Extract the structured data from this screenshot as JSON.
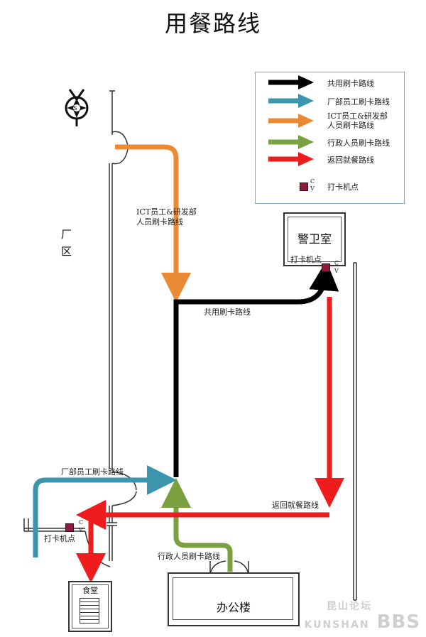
{
  "title": "用餐路线",
  "colors": {
    "shared": "#000000",
    "factory": "#3a95ad",
    "ict": "#e98b35",
    "admin": "#7aa040",
    "return": "#ee1c1c",
    "punch": "#8b1d3a"
  },
  "legend": {
    "items": [
      {
        "label": "共用刷卡路线",
        "color": "#000000"
      },
      {
        "label": "厂部员工刷卡路线",
        "color": "#3a95ad"
      },
      {
        "label": "ICT员工&研发部\n人员刷卡路线",
        "color": "#e98b35"
      },
      {
        "label": "行政人员刷卡路线",
        "color": "#7aa040"
      },
      {
        "label": "返回就餐路线",
        "color": "#ee1c1c"
      }
    ],
    "punch_label": "打卡机点",
    "cv_c": "C",
    "cv_v": "V"
  },
  "compass_icon": "compass-icon",
  "compass_letter": "S",
  "zone_label": "厂\n区",
  "route_labels": {
    "ict": "ICT员工&研发部\n人员刷卡路线",
    "shared": "共用刷卡路线",
    "factory": "厂部员工刷卡路线",
    "return": "返回就餐路线",
    "admin": "行政人员刷卡路线"
  },
  "guard_room": {
    "name": "警卫室",
    "punch_label": "打卡机点"
  },
  "canteen": {
    "name": "食堂",
    "punch_label": "打卡机点"
  },
  "office": {
    "name": "办公楼"
  },
  "watermark": {
    "cn": "昆山论坛",
    "en": "KUNSHAN",
    "bbs": "BBS"
  }
}
